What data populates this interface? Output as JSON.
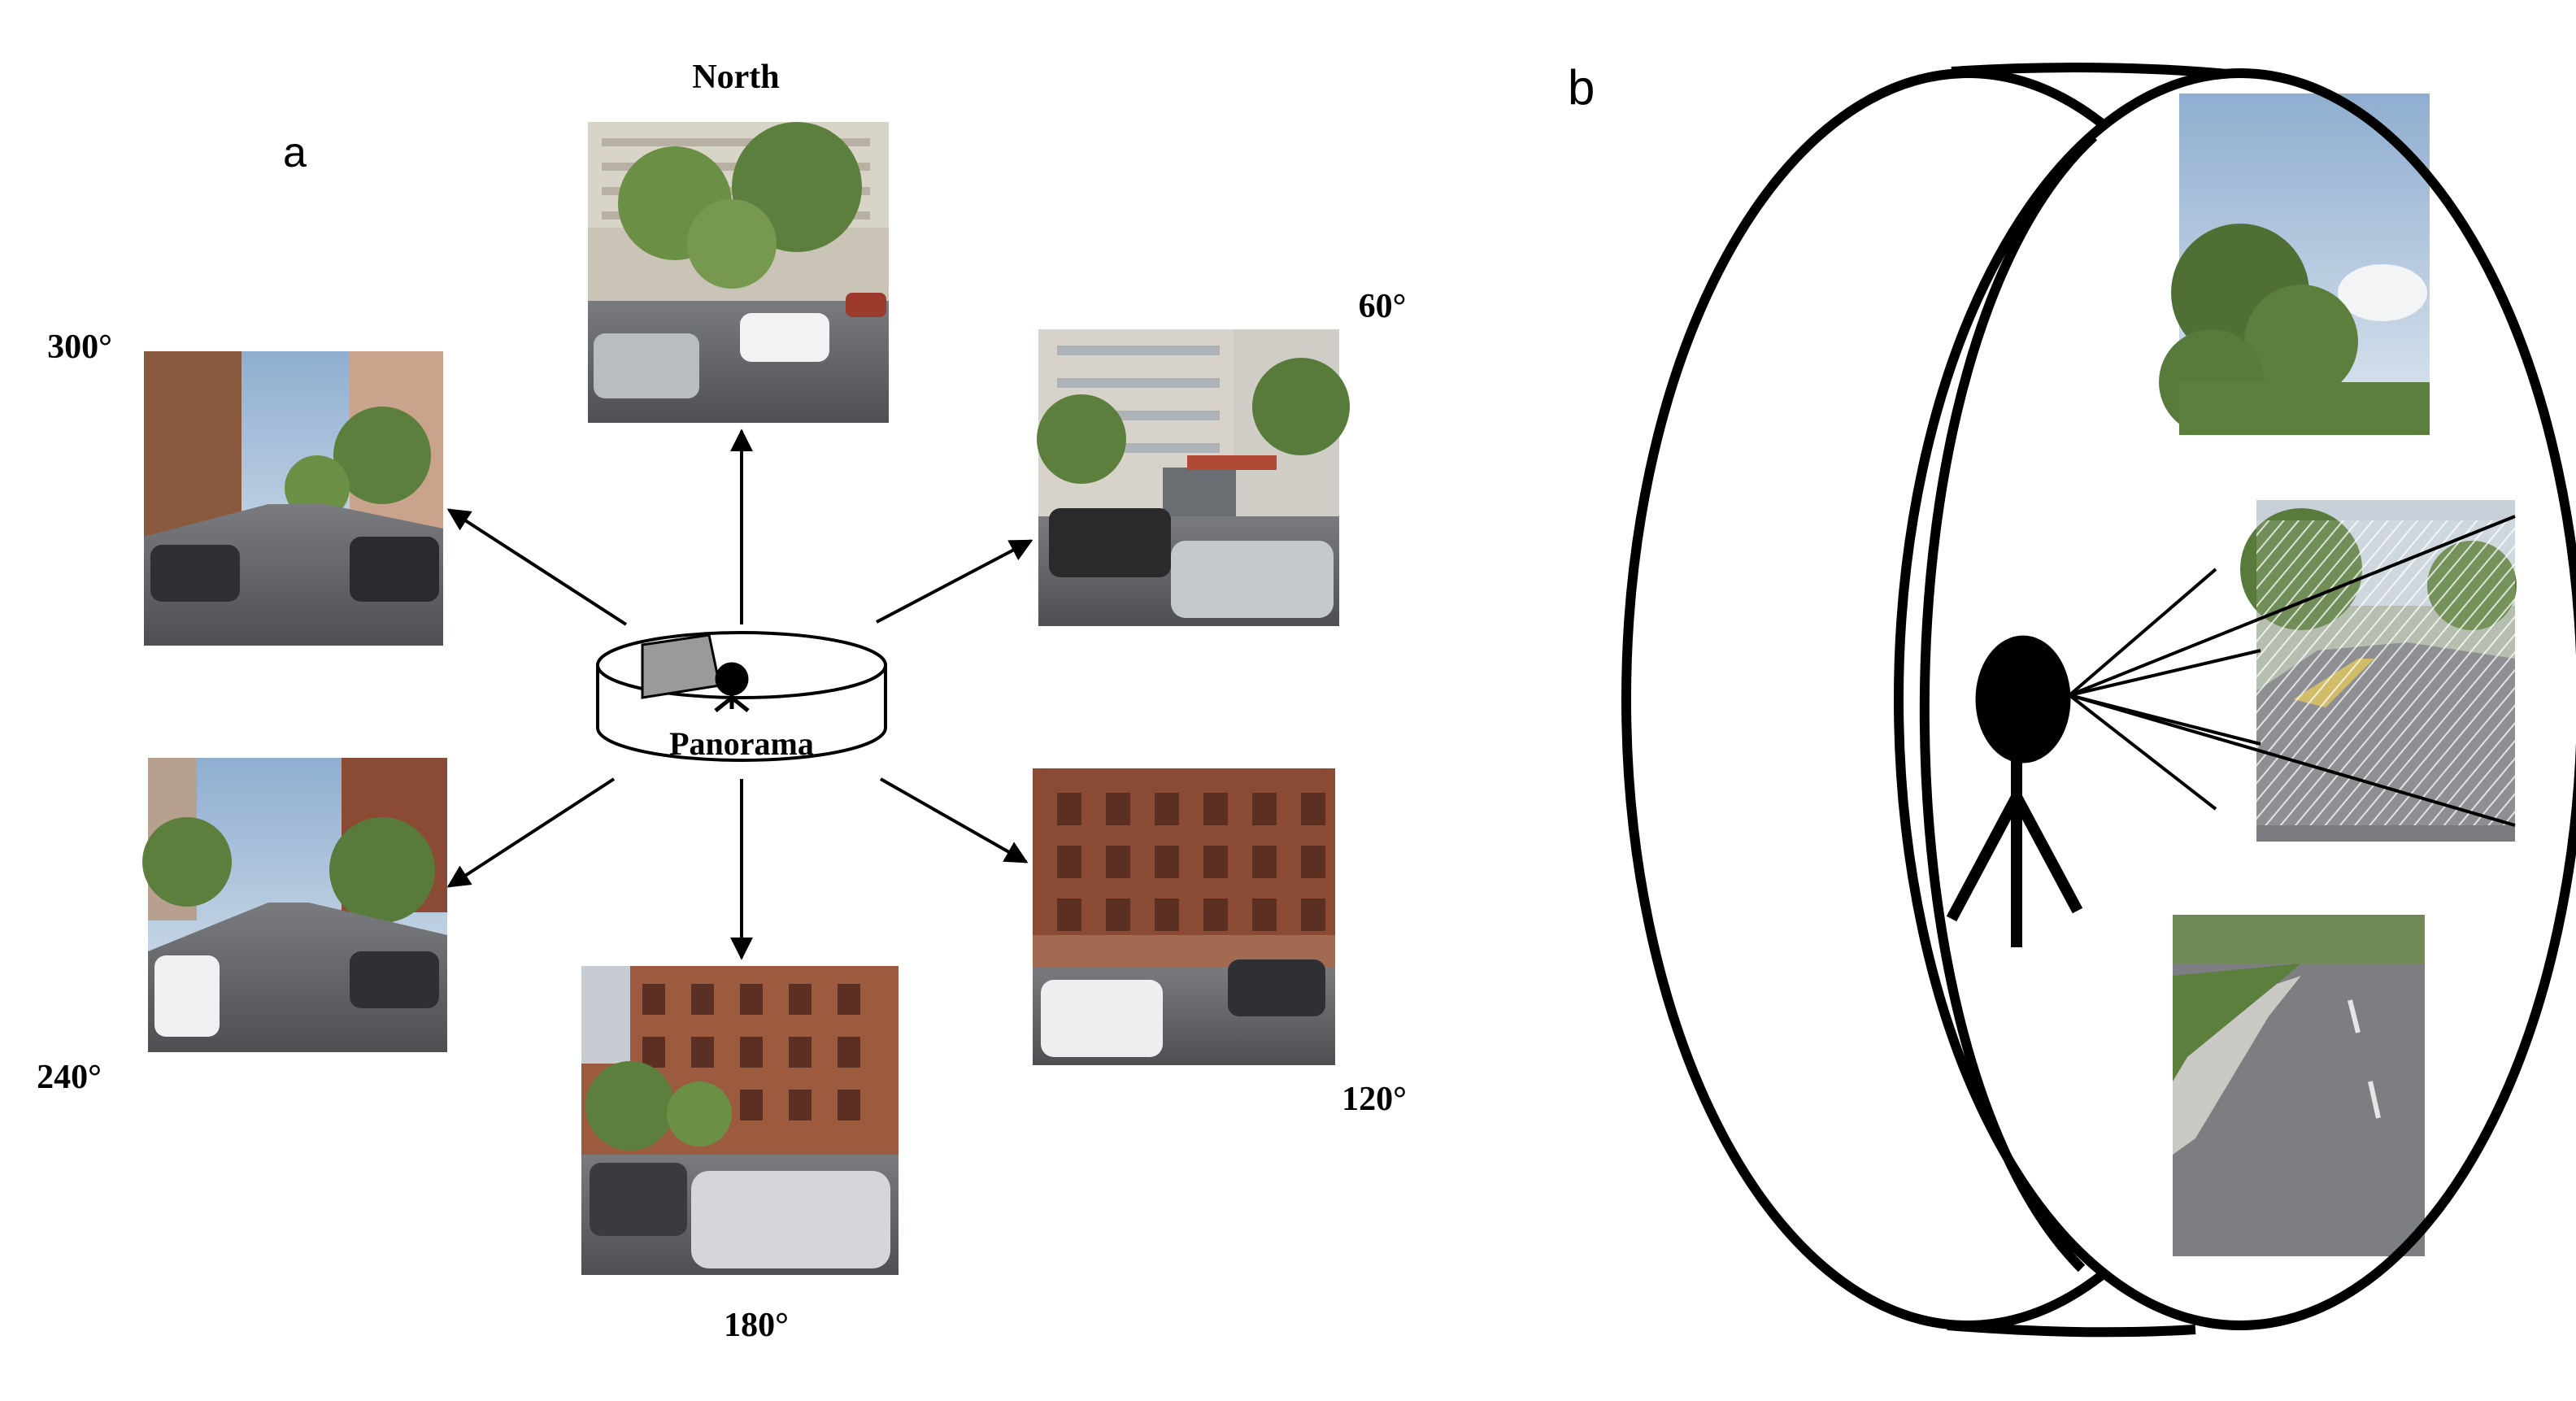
{
  "panel_a": {
    "letter": "a",
    "center_label": "Panorama",
    "views": [
      {
        "id": "north",
        "label": "North",
        "scene": "building-trees-cars"
      },
      {
        "id": "60",
        "label": "60°",
        "scene": "building-entrance-cars"
      },
      {
        "id": "120",
        "label": "120°",
        "scene": "brick-building-fire-escape"
      },
      {
        "id": "180",
        "label": "180°",
        "scene": "brick-building-suv"
      },
      {
        "id": "240",
        "label": "240°",
        "scene": "street-perspective-parked-cars"
      },
      {
        "id": "300",
        "label": "300°",
        "scene": "street-perspective-trees"
      }
    ]
  },
  "panel_b": {
    "letter": "b",
    "strips": [
      {
        "id": "upper",
        "scene": "sky-and-trees"
      },
      {
        "id": "middle",
        "scene": "road-with-trees-hatched-field-of-view"
      },
      {
        "id": "lower",
        "scene": "road-surface"
      }
    ]
  },
  "colors": {
    "ink": "#000000",
    "sky": "#a9bfd6",
    "foliage": "#5d7f3e",
    "brick": "#8a4a34",
    "asphalt": "#5f6064",
    "concrete": "#c9c8c2",
    "panorama_wedge": "#9a9a9a"
  }
}
